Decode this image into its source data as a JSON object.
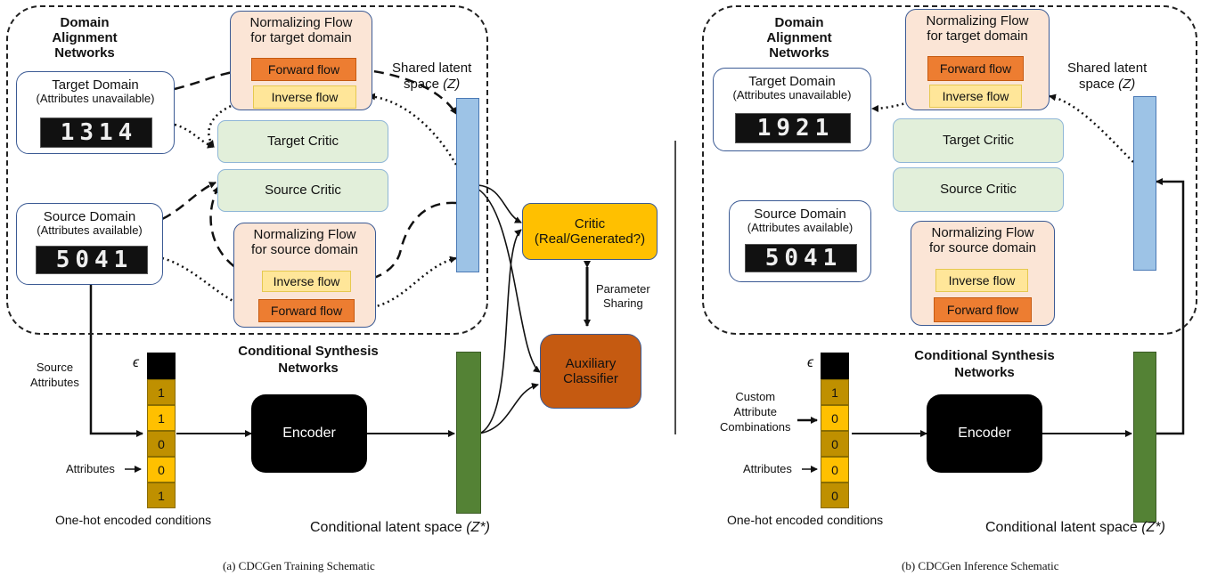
{
  "left": {
    "region_title": "Domain Alignment Networks",
    "nf_target": {
      "title_line1": "Normalizing Flow",
      "title_line2": "for target domain",
      "forward": "Forward flow",
      "inverse": "Inverse flow"
    },
    "shared_latent": {
      "line1": "Shared latent",
      "line2": "space",
      "var": "(Z)"
    },
    "target_domain": {
      "title": "Target Domain",
      "subtitle": "(Attributes unavailable)",
      "digits": [
        "1",
        "3",
        "1",
        "4"
      ]
    },
    "target_critic": "Target Critic",
    "source_critic": "Source Critic",
    "source_domain": {
      "title": "Source Domain",
      "subtitle": "(Attributes available)",
      "digits": [
        "5",
        "0",
        "4",
        "1"
      ]
    },
    "nf_source": {
      "title_line1": "Normalizing Flow",
      "title_line2": "for source domain",
      "inverse": "Inverse flow",
      "forward": "Forward flow"
    },
    "critic_gen": {
      "line1": "Critic",
      "line2": "(Real/Generated?)"
    },
    "param_sharing": {
      "line1": "Parameter",
      "line2": "Sharing"
    },
    "aux": {
      "line1": "Auxiliary",
      "line2": "Classifier"
    },
    "synthesis_title": {
      "line1": "Conditional Synthesis",
      "line2": "Networks"
    },
    "source_attributes": {
      "line1": "Source",
      "line2": "Attributes"
    },
    "epsilon": "ϵ",
    "cells": [
      "1",
      "1",
      "0",
      "0",
      "1"
    ],
    "attributes_label": "Attributes",
    "encoder": "Encoder",
    "onehot_label": "One-hot encoded conditions",
    "cond_latent": {
      "text": "Conditional latent space",
      "var": "(Z*)"
    },
    "caption": "(a)  CDCGen Training Schematic"
  },
  "right": {
    "region_title": "Domain Alignment Networks",
    "nf_target": {
      "title_line1": "Normalizing Flow",
      "title_line2": "for target domain",
      "forward": "Forward flow",
      "inverse": "Inverse flow"
    },
    "shared_latent": {
      "line1": "Shared latent",
      "line2": "space",
      "var": "(Z)"
    },
    "target_domain": {
      "title": "Target Domain",
      "subtitle": "(Attributes unavailable)",
      "digits": [
        "1",
        "9",
        "2",
        "1"
      ]
    },
    "target_critic": "Target Critic",
    "source_critic": "Source Critic",
    "source_domain": {
      "title": "Source Domain",
      "subtitle": "(Attributes available)",
      "digits": [
        "5",
        "0",
        "4",
        "1"
      ]
    },
    "nf_source": {
      "title_line1": "Normalizing Flow",
      "title_line2": "for source domain",
      "inverse": "Inverse flow",
      "forward": "Forward flow"
    },
    "synthesis_title": {
      "line1": "Conditional Synthesis",
      "line2": "Networks"
    },
    "custom": {
      "line1": "Custom",
      "line2": "Attribute",
      "line3": "Combinations"
    },
    "epsilon": "ϵ",
    "cells": [
      "1",
      "0",
      "0",
      "0",
      "0"
    ],
    "attributes_label": "Attributes",
    "encoder": "Encoder",
    "onehot_label": "One-hot encoded conditions",
    "cond_latent": {
      "text": "Conditional latent space",
      "var": "(Z*)"
    },
    "caption": "(b)  CDCGen Inference Schematic"
  }
}
